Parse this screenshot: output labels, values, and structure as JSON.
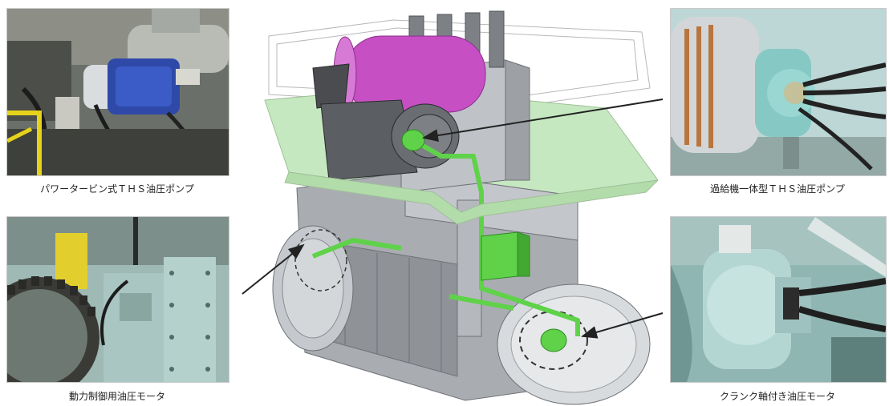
{
  "panels": {
    "top_left": {
      "caption": "パワータービン式ＴＨＳ油圧ポンプ"
    },
    "bottom_left": {
      "caption": "動力制御用油圧モータ"
    },
    "top_right": {
      "caption": "過給機一体型ＴＨＳ油圧ポンプ"
    },
    "bottom_right": {
      "caption": "クランク軸付き油圧モータ"
    }
  },
  "colors": {
    "deck_green": "#c6e8c0",
    "pipe_green": "#5fd24a",
    "silencer_magenta": "#c64fc4",
    "engine_grey": "#9ea3a8",
    "arrow": "#222222"
  }
}
